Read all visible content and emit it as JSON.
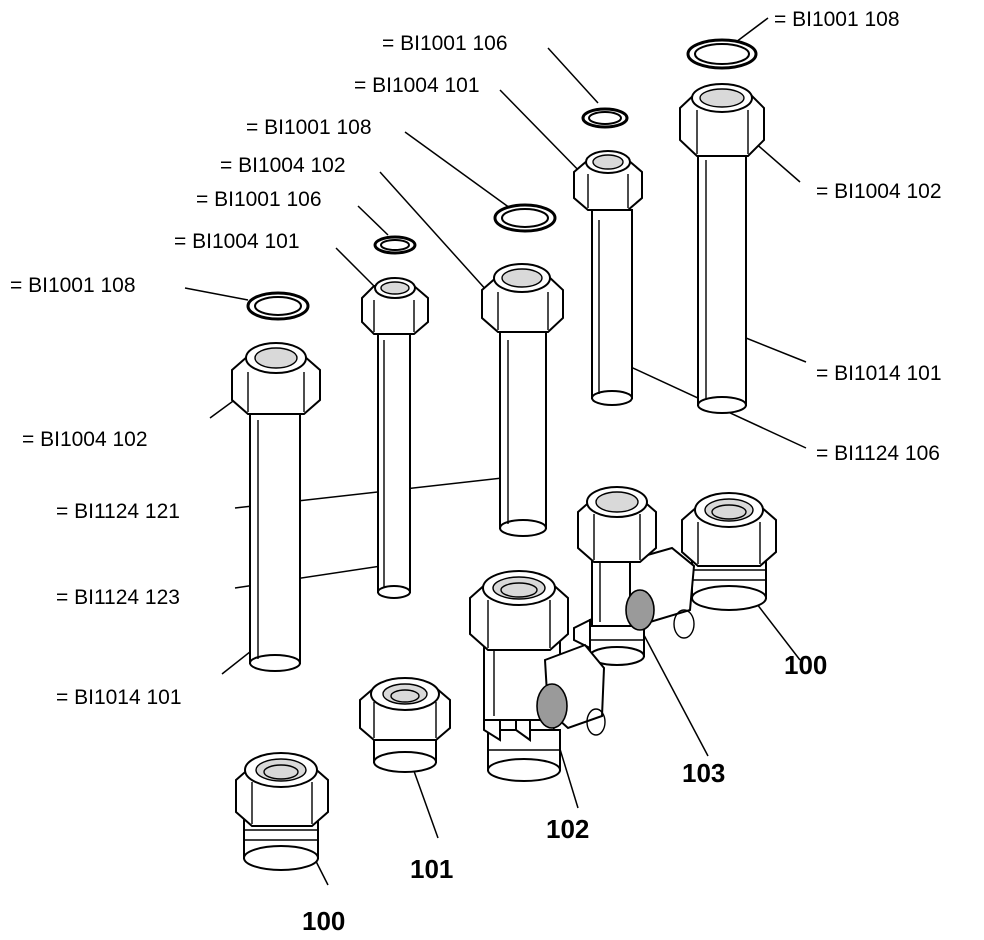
{
  "callouts": {
    "top_right_ring": "= BI1001 108",
    "mid_small_ring": "= BI1001 106",
    "mid_small_nut": "= BI1004 101",
    "ring_108_b": "= BI1001 108",
    "nut_102_b": "= BI1004 102",
    "ring_106_b": "= BI1001 106",
    "nut_101_b": "= BI1004 101",
    "ring_108_c": "= BI1001 108",
    "right_nut_102": "= BI1004 102",
    "left_nut_102": "= BI1004 102",
    "right_pipe_101": "= BI1014 101",
    "pipe_106": "= BI1124 106",
    "pipe_121": "= BI1124 121",
    "pipe_123": "= BI1124 123",
    "left_pipe_101": "= BI1014 101"
  },
  "item_numbers": {
    "fitting_100_right": "100",
    "valve_103": "103",
    "valve_102": "102",
    "fitting_101": "101",
    "fitting_100_bottom": "100"
  }
}
